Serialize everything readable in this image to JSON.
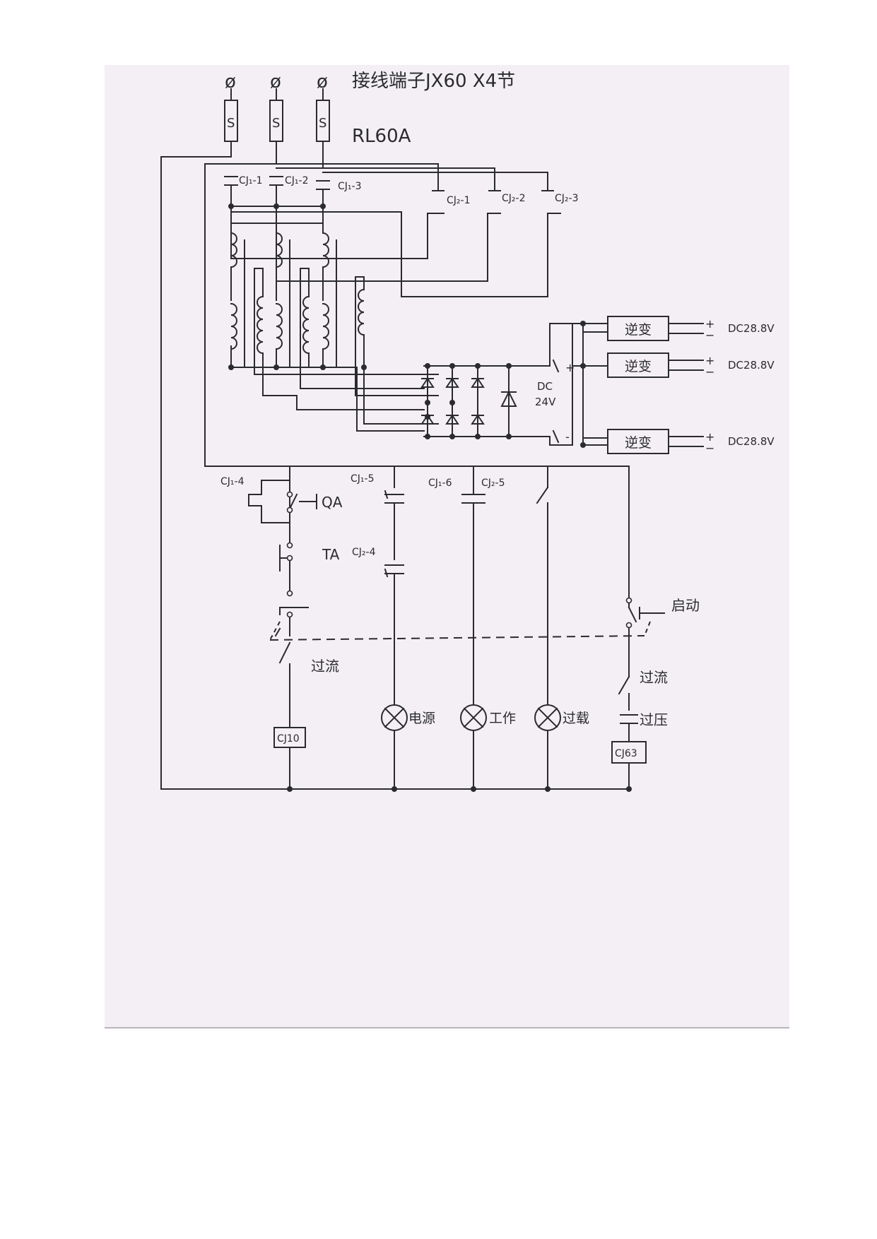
{
  "title": "接线端子JX60 X4节",
  "fuse_label": "RL60A",
  "fuse_glyph": "S",
  "phase_symbol": "ø",
  "contacts": {
    "cj1_1": "CJ₁-1",
    "cj1_2": "CJ₁-2",
    "cj1_3": "CJ₁-3",
    "cj2_1": "CJ₂-1",
    "cj2_2": "CJ₂-2",
    "cj2_3": "CJ₂-3",
    "cj1_4": "CJ₁-4",
    "cj1_5": "CJ₁-5",
    "cj1_6": "CJ₁-6",
    "cj2_4": "CJ₂-4",
    "cj2_5": "CJ₂-5"
  },
  "inverters": [
    {
      "label": "逆变",
      "output": "DC28.8V",
      "plus": "+",
      "minus": "−"
    },
    {
      "label": "逆变",
      "output": "DC28.8V",
      "plus": "+",
      "minus": "−"
    },
    {
      "label": "逆变",
      "output": "DC28.8V",
      "plus": "+",
      "minus": "−"
    }
  ],
  "rectifier": {
    "line1": "DC",
    "line2": "24V",
    "plus": "+",
    "minus": "-"
  },
  "buttons": {
    "qa": "QA",
    "ta": "TA",
    "start": "启动"
  },
  "protection": {
    "overcurrent_left": "过流",
    "overcurrent_right": "过流",
    "overvoltage": "过压"
  },
  "lamps": [
    {
      "label": "电源"
    },
    {
      "label": "工作"
    },
    {
      "label": "过载"
    }
  ],
  "coils": {
    "left": "CJ10",
    "right": "CJ63"
  }
}
